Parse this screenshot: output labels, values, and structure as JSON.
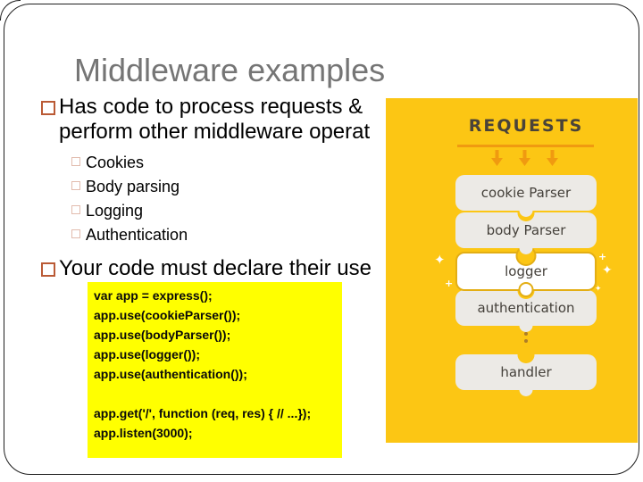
{
  "slide": {
    "title": "Middleware examples",
    "bullet1_line1": "Has code to process requests &",
    "bullet1_line2": "perform other middleware operat",
    "bullet2_line1": "Your code must declare their use",
    "sub_bullets": [
      "Cookies",
      "Body parsing",
      "Logging",
      "Authentication"
    ],
    "code_lines": [
      "var app = express();",
      "app.use(cookieParser());",
      "app.use(bodyParser());",
      "app.use(logger());",
      "app.use(authentication());",
      "",
      "app.get('/', function (req, res) { // ...});",
      "app.listen(3000);"
    ]
  },
  "diagram": {
    "title": "REQUESTS",
    "blocks": [
      {
        "label": "cookie Parser",
        "highlight": false
      },
      {
        "label": "body Parser",
        "highlight": false
      },
      {
        "label": "logger",
        "highlight": true
      },
      {
        "label": "authentication",
        "highlight": false
      },
      {
        "label": "handler",
        "highlight": false
      }
    ],
    "sparkle_glyph": "✦",
    "plus_glyph": "+"
  },
  "colors": {
    "title_text": "#757575",
    "body_text": "#000000",
    "bullet1_square": "#BA5A35",
    "bullet2_square": "#E2BCAE",
    "code_background": "#FFFF00",
    "diagram_background": "#FCC614",
    "diagram_block": "#ECEAE6",
    "diagram_block_highlight": "#FFFFFF",
    "diagram_block_highlight_border": "#E3AE14",
    "diagram_text": "#45413B",
    "diagram_title_text": "#4A4339",
    "arrow_orange": "#F09A10",
    "dots_brown": "#AD7E28",
    "frame_border": "#1F1F1F"
  }
}
